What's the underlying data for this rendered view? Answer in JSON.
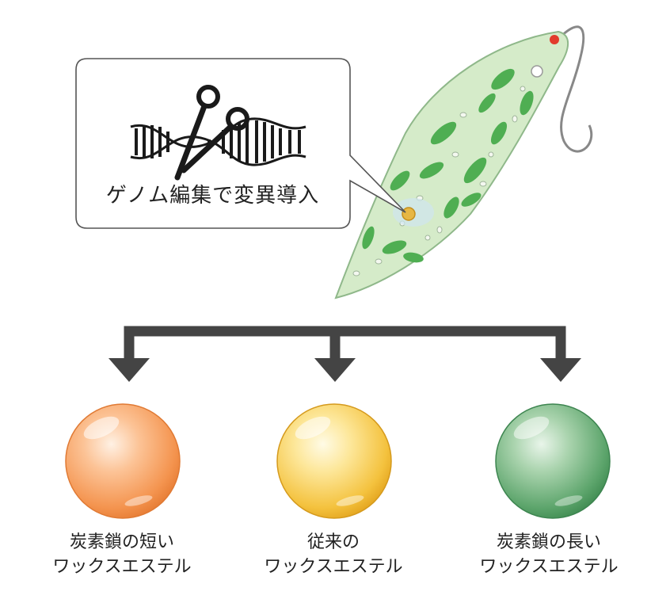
{
  "callout": {
    "text": "ゲノム編集で変異導入"
  },
  "outputs": [
    {
      "line1": "炭素鎖の短い",
      "line2": "ワックスエステル",
      "color": "#f39a5e"
    },
    {
      "line1": "従来の",
      "line2": "ワックスエステル",
      "color": "#f4c84a"
    },
    {
      "line1": "炭素鎖の長い",
      "line2": "ワックスエステル",
      "color": "#5fae72"
    }
  ],
  "colors": {
    "cell_body": "#d5ebc9",
    "chloroplast": "#4fae52",
    "arrow": "#444444",
    "eyespot": "#e23b2c"
  }
}
